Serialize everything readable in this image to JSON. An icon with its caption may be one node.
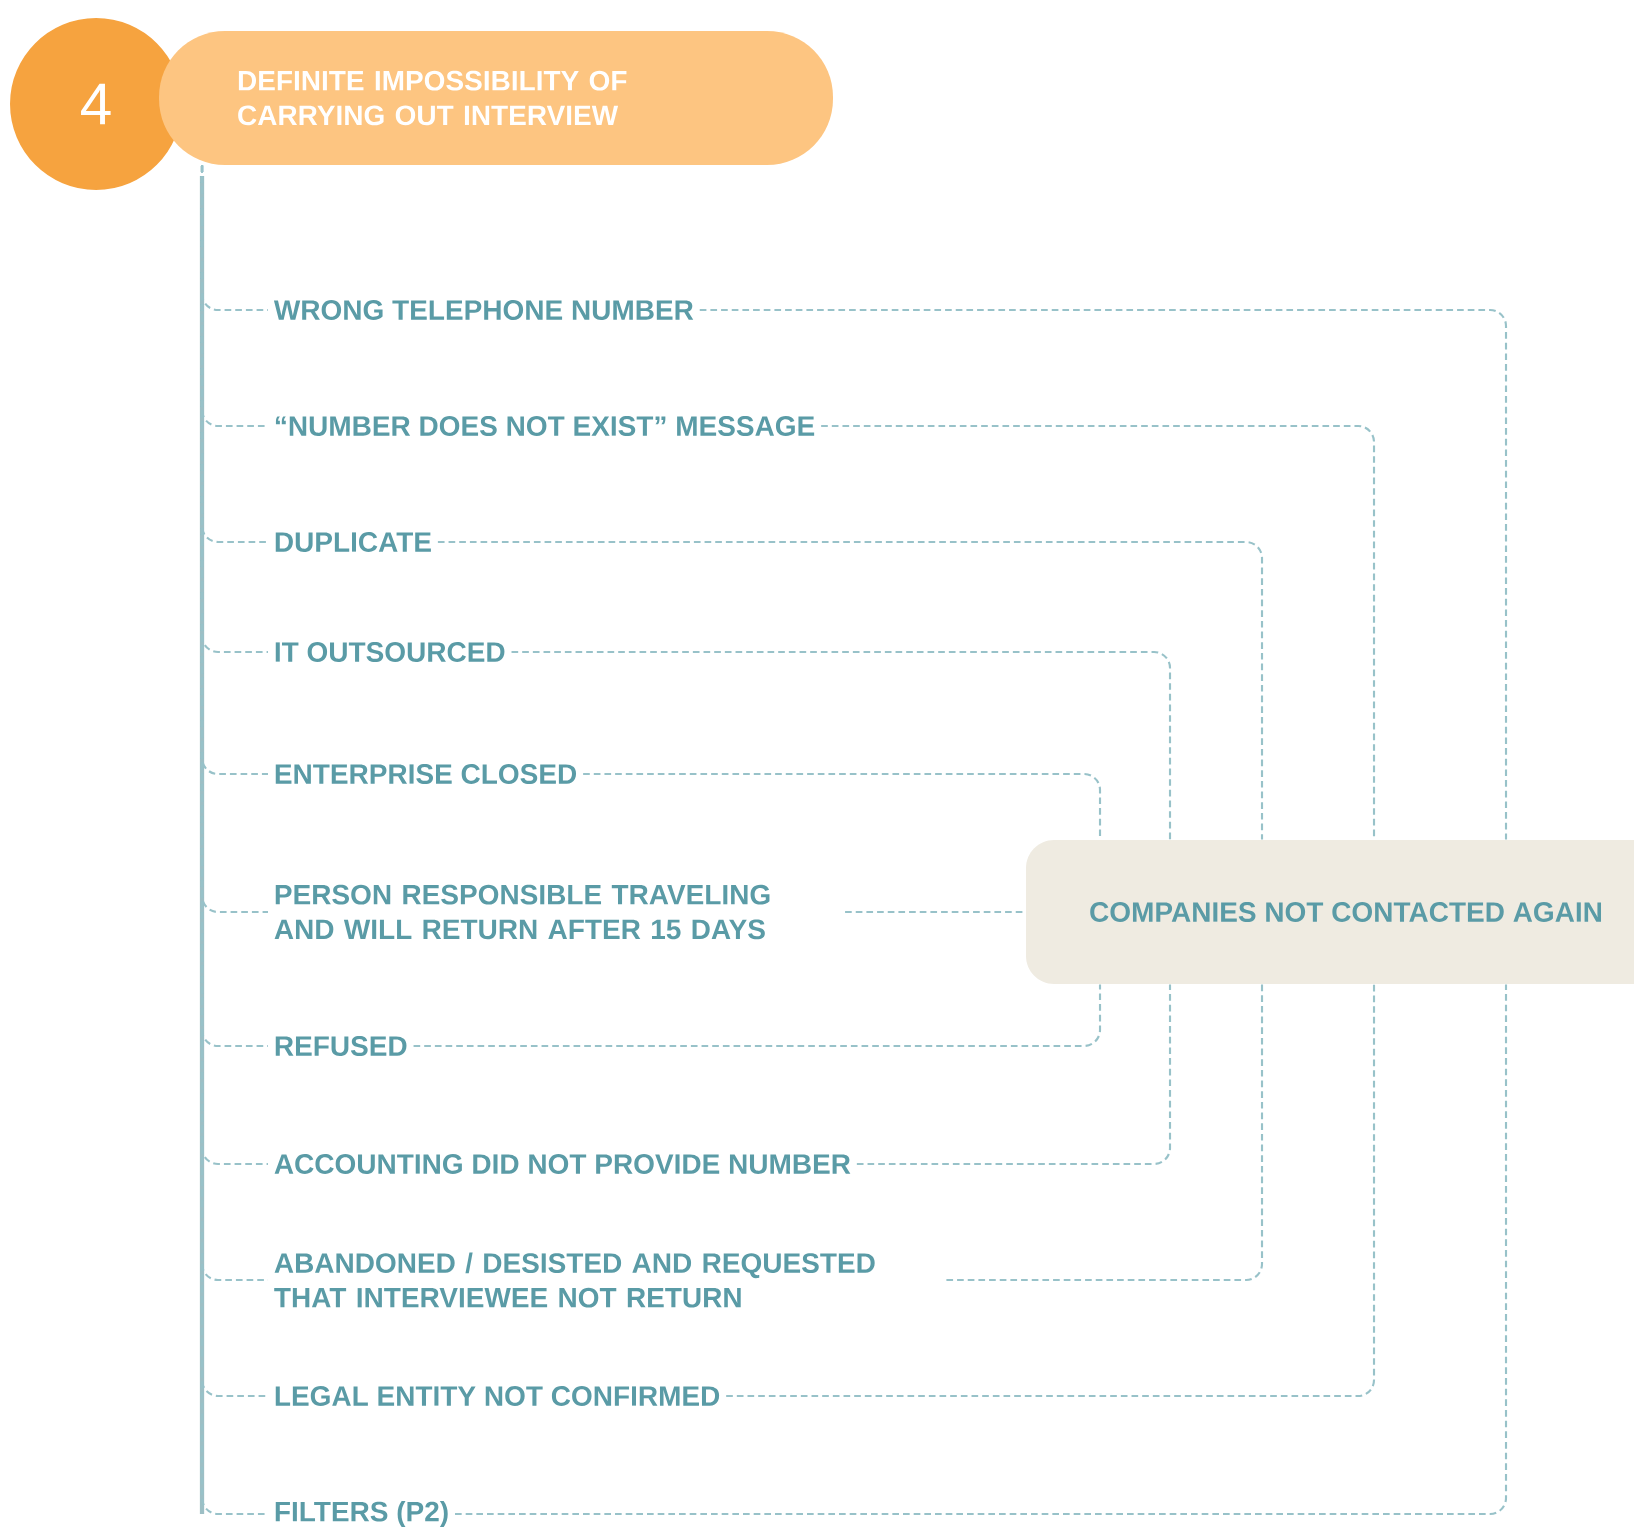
{
  "diagram": {
    "nodes": [
      {
        "text": [
          "4"
        ]
      },
      {
        "text": [
          "DEFINITE IMPOSSIBILITY OF CARRYING OUT INTERVIEW"
        ]
      },
      {
        "text": [
          "WRONG TELEPHONE NUMBER"
        ]
      },
      {
        "text": [
          "“NUMBER DOES NOT EXIST” MESSAGE"
        ]
      },
      {
        "text": [
          "DUPLICATE"
        ]
      },
      {
        "text": [
          "IT OUTSOURCED"
        ]
      },
      {
        "text": [
          "ENTERPRISE CLOSED"
        ]
      },
      {
        "text": [
          "PERSON RESPONSIBLE TRAVELING AND WILL RETURN AFTER 15 DAYS"
        ]
      },
      {
        "text": [
          "REFUSED"
        ]
      },
      {
        "text": [
          "ACCOUNTING DID NOT PROVIDE NUMBER"
        ]
      },
      {
        "text": [
          "ABANDONED / DESISTED AND REQUESTED THAT INTERVIEWEE NOT RETURN"
        ]
      },
      {
        "text": [
          "LEGAL ENTITY NOT CONFIRMED"
        ]
      },
      {
        "text": [
          "FILTERS (P2)"
        ]
      },
      {
        "text": [
          "COMPANIES NOT CONTACTED AGAIN"
        ]
      }
    ],
    "edges": [
      {
        "from": 1,
        "to": 2,
        "arrow": "none",
        "style": "dashed"
      },
      {
        "from": 1,
        "to": 3,
        "arrow": "none",
        "style": "dashed"
      },
      {
        "from": 1,
        "to": 4,
        "arrow": "none",
        "style": "dashed"
      },
      {
        "from": 1,
        "to": 5,
        "arrow": "none",
        "style": "dashed"
      },
      {
        "from": 1,
        "to": 6,
        "arrow": "none",
        "style": "dashed"
      },
      {
        "from": 1,
        "to": 7,
        "arrow": "none",
        "style": "dashed"
      },
      {
        "from": 1,
        "to": 8,
        "arrow": "none",
        "style": "dashed"
      },
      {
        "from": 1,
        "to": 9,
        "arrow": "none",
        "style": "dashed"
      },
      {
        "from": 1,
        "to": 10,
        "arrow": "none",
        "style": "dashed"
      },
      {
        "from": 1,
        "to": 11,
        "arrow": "none",
        "style": "dashed"
      },
      {
        "from": 1,
        "to": 12,
        "arrow": "none",
        "style": "dashed"
      },
      {
        "from": 2,
        "to": 13,
        "arrow": "none",
        "style": "dashed"
      },
      {
        "from": 3,
        "to": 13,
        "arrow": "none",
        "style": "dashed"
      },
      {
        "from": 4,
        "to": 13,
        "arrow": "none",
        "style": "dashed"
      },
      {
        "from": 5,
        "to": 13,
        "arrow": "none",
        "style": "dashed"
      },
      {
        "from": 6,
        "to": 13,
        "arrow": "none",
        "style": "dashed"
      },
      {
        "from": 7,
        "to": 13,
        "arrow": "none",
        "style": "dashed"
      },
      {
        "from": 8,
        "to": 13,
        "arrow": "none",
        "style": "dashed"
      },
      {
        "from": 9,
        "to": 13,
        "arrow": "none",
        "style": "dashed"
      },
      {
        "from": 10,
        "to": 13,
        "arrow": "none",
        "style": "dashed"
      },
      {
        "from": 11,
        "to": 13,
        "arrow": "none",
        "style": "dashed"
      },
      {
        "from": 12,
        "to": 13,
        "arrow": "none",
        "style": "dashed"
      }
    ]
  }
}
